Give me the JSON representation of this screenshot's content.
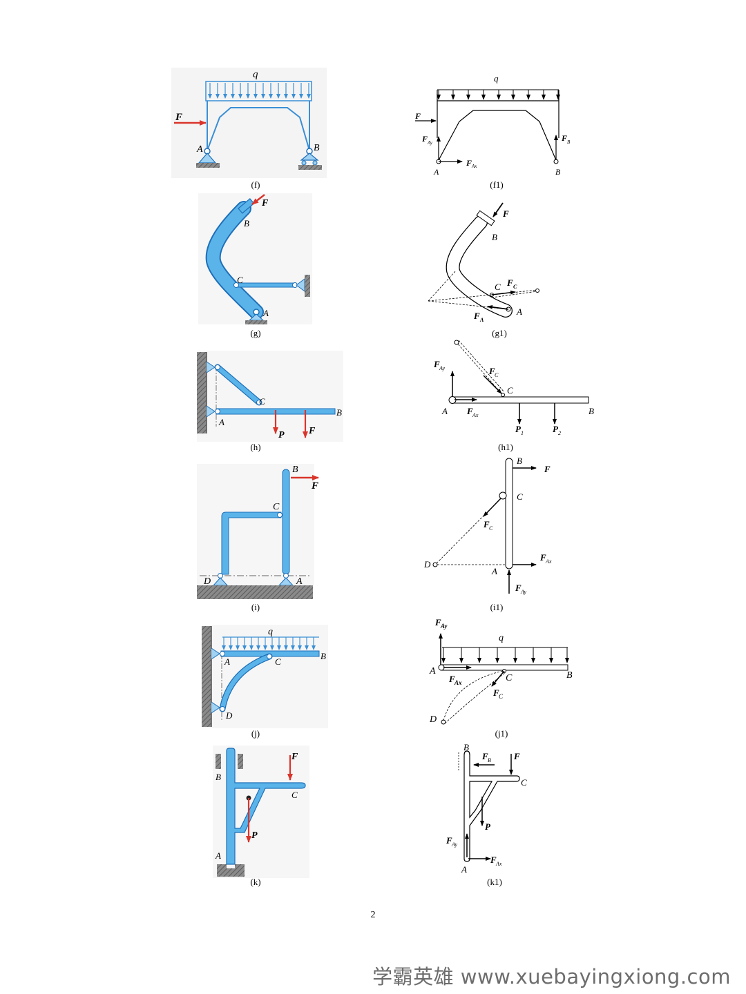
{
  "figures": [
    {
      "id": "f",
      "caption": "(f)",
      "labels": {
        "q": "q",
        "F": "F",
        "A": "A",
        "B": "B"
      }
    },
    {
      "id": "f1",
      "caption": "(f1)",
      "labels": {
        "q": "q",
        "F": "F",
        "FAy_main": "F",
        "FAy_sub": "Ay",
        "FAx_main": "F",
        "FAx_sub": "Ax",
        "FB_main": "F",
        "FB_sub": "B",
        "A": "A",
        "B": "B"
      }
    },
    {
      "id": "g",
      "caption": "(g)",
      "labels": {
        "F": "F",
        "B": "B",
        "C": "C",
        "A": "A"
      }
    },
    {
      "id": "g1",
      "caption": "(g1)",
      "labels": {
        "F": "F",
        "B": "B",
        "C": "C",
        "A": "A",
        "FC_main": "F",
        "FC_sub": "C",
        "FA_main": "F",
        "FA_sub": "A"
      }
    },
    {
      "id": "h",
      "caption": "(h)",
      "labels": {
        "A": "A",
        "C": "C",
        "B": "B",
        "P": "P",
        "F": "F"
      }
    },
    {
      "id": "h1",
      "caption": "(h1)",
      "labels": {
        "FAy_main": "F",
        "FAy_sub": "Ay",
        "FC_main": "F",
        "FC_sub": "C",
        "C": "C",
        "A": "A",
        "FAx_main": "F",
        "FAx_sub": "Ax",
        "P1_main": "P",
        "P1_sub": "1",
        "P2_main": "P",
        "P2_sub": "2",
        "B": "B"
      }
    },
    {
      "id": "i",
      "caption": "(i)",
      "labels": {
        "B": "B",
        "F": "F",
        "C": "C",
        "D": "D",
        "A": "A"
      }
    },
    {
      "id": "i1",
      "caption": "(i1)",
      "labels": {
        "B": "B",
        "F": "F",
        "C": "C",
        "FC_main": "F",
        "FC_sub": "C",
        "D": "D",
        "A": "A",
        "FAx_main": "F",
        "FAx_sub": "Ax",
        "FAy_main": "F",
        "FAy_sub": "Ay"
      }
    },
    {
      "id": "j",
      "caption": "(j)",
      "labels": {
        "q": "q",
        "A": "A",
        "B": "B",
        "C": "C",
        "D": "D"
      }
    },
    {
      "id": "j1",
      "caption": "(j1)",
      "labels": {
        "FAy_main": "F",
        "FAy_sub": "Ay",
        "q": "q",
        "A": "A",
        "FAx_main": "F",
        "FAx_sub": "Ax",
        "C": "C",
        "FC_main": "F",
        "FC_sub": "C",
        "B": "B",
        "D": "D"
      }
    },
    {
      "id": "k",
      "caption": "(k)",
      "labels": {
        "F": "F",
        "B": "B",
        "C": "C",
        "P": "P",
        "A": "A"
      }
    },
    {
      "id": "k1",
      "caption": "(k1)",
      "labels": {
        "B": "B",
        "FB_main": "F",
        "FB_sub": "B",
        "F": "F",
        "C": "C",
        "P": "P",
        "FAy_main": "F",
        "FAy_sub": "Ay",
        "FAx_main": "F",
        "FAx_sub": "Ax",
        "A": "A"
      }
    }
  ],
  "page_number": "2",
  "watermark": "学霸英雄 www.xuebayingxiong.com",
  "colors": {
    "member_fill": "#5ab4ea",
    "member_stroke": "#1e6fb8",
    "load_blue": "#3a8fd6",
    "force_red": "#d9352b",
    "ground": "#7a7a7a",
    "line": "#000000"
  }
}
